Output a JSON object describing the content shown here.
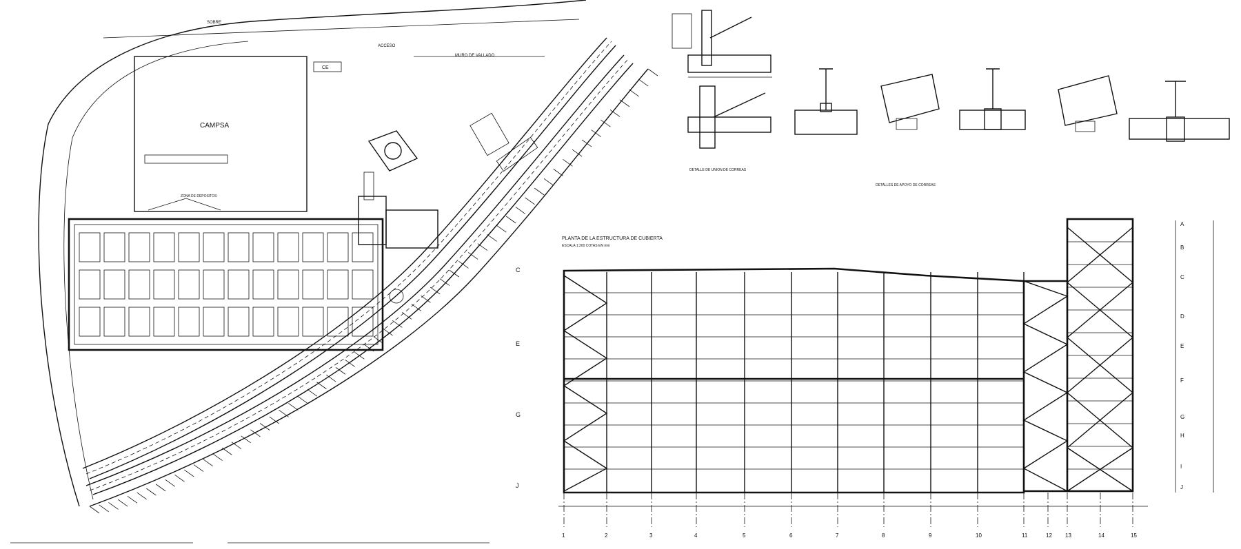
{
  "site_plan": {
    "campsa_label": "CAMPSA",
    "ce_label": "CE",
    "top_road_label": "SOBRE",
    "access_label": "ACCESO",
    "wall_label": "MURO DE VALLADO",
    "tank_note": "ZONA DE DEPOSITOS"
  },
  "roof_plan": {
    "title": "PLANTA DE LA ESTRUCTURA DE CUBIERTA",
    "subtitle": "ESCALA 1:200 COTAS EN mm",
    "left_axes": [
      "C",
      "E",
      "G",
      "J"
    ],
    "right_axes": [
      "A",
      "B",
      "C",
      "D",
      "E",
      "F",
      "G",
      "H",
      "I",
      "J"
    ],
    "bottom_axes": [
      "1",
      "2",
      "3",
      "4",
      "5",
      "6",
      "7",
      "8",
      "9",
      "10",
      "11",
      "12",
      "13",
      "14",
      "15"
    ]
  },
  "details": {
    "caption_1": "DETALLE DE UNION DE CORREAS",
    "caption_2": "DETALLES DE APOYO DE CORREAS"
  },
  "colors": {
    "ink": "#111111",
    "paper": "#ffffff"
  }
}
